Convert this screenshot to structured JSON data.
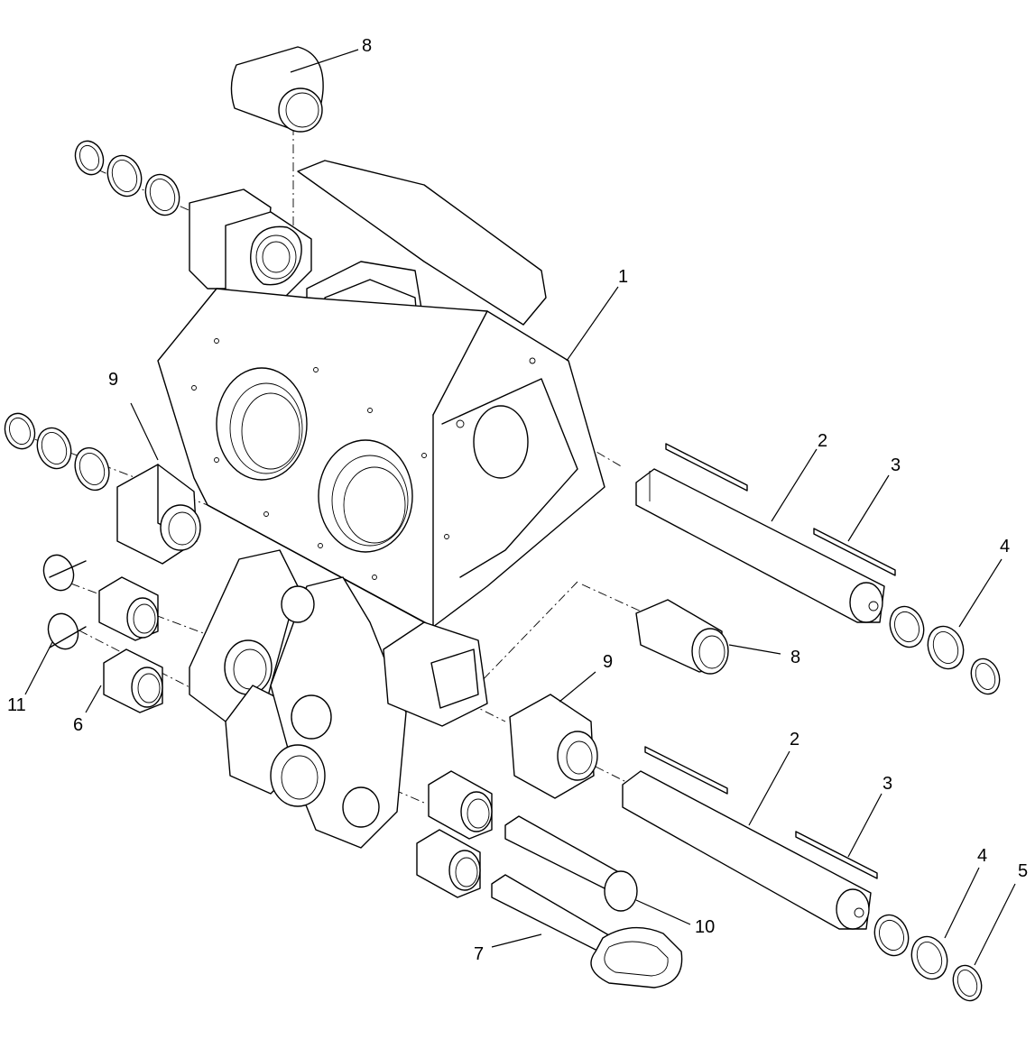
{
  "callouts": {
    "c1": "1",
    "c2a": "2",
    "c2b": "2",
    "c3a": "3",
    "c3b": "3",
    "c4a": "4",
    "c4b": "4",
    "c5": "5",
    "c6": "6",
    "c7": "7",
    "c8a": "8",
    "c8b": "8",
    "c9a": "9",
    "c9b": "9",
    "c10": "10",
    "c11": "11"
  }
}
